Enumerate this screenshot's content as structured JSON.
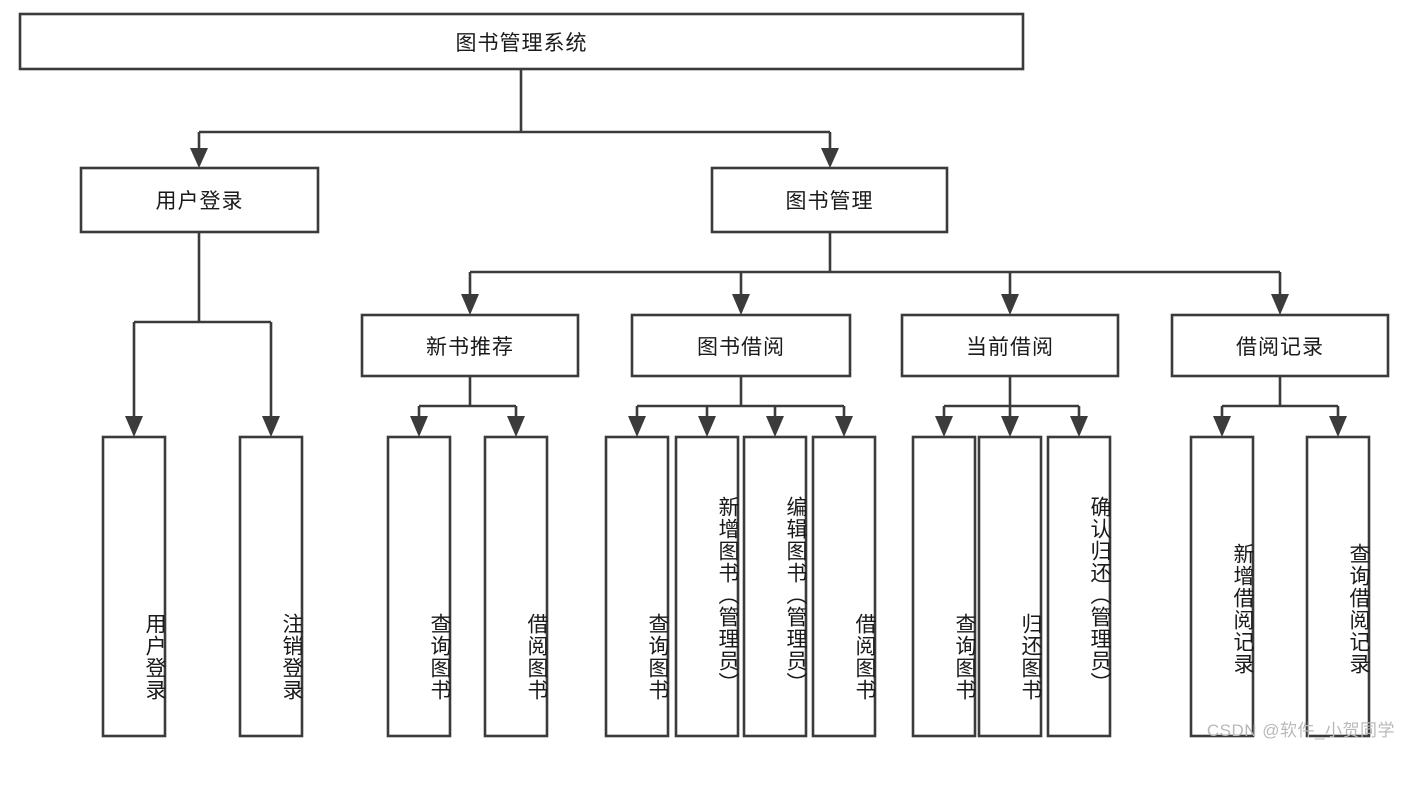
{
  "diagram": {
    "title": "图书管理系统",
    "type": "tree-hierarchy-diagram",
    "colors": {
      "box_stroke": "#3b3b3b",
      "box_fill": "#ffffff",
      "text": "#1a1a1a",
      "background": "#ffffff",
      "watermark": "#b9b9b9"
    },
    "root": {
      "label": "图书管理系统"
    },
    "level2": [
      {
        "label": "用户登录"
      },
      {
        "label": "图书管理"
      }
    ],
    "level3": [
      {
        "label": "新书推荐"
      },
      {
        "label": "图书借阅"
      },
      {
        "label": "当前借阅"
      },
      {
        "label": "借阅记录"
      }
    ],
    "leaves": {
      "user_login": [
        {
          "label": "用户登录"
        },
        {
          "label": "注销登录"
        }
      ],
      "new_book_recommend": [
        {
          "label": "查询图书"
        },
        {
          "label": "借阅图书"
        }
      ],
      "book_borrow": [
        {
          "label": "查询图书"
        },
        {
          "label": "新增图书（管理员）"
        },
        {
          "label": "编辑图书（管理员）"
        },
        {
          "label": "借阅图书"
        }
      ],
      "current_borrow": [
        {
          "label": "查询图书"
        },
        {
          "label": "归还图书"
        },
        {
          "label": "确认归还（管理员）"
        }
      ],
      "borrow_record": [
        {
          "label": "新增借阅记录"
        },
        {
          "label": "查询借阅记录"
        }
      ]
    }
  },
  "watermark": {
    "text": "CSDN @软件_小贺同学"
  }
}
